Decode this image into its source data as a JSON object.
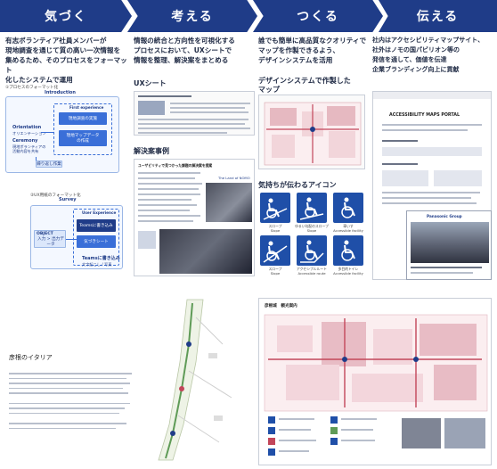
{
  "steps": [
    {
      "label": "気づく"
    },
    {
      "label": "考える"
    },
    {
      "label": "つくる"
    },
    {
      "label": "伝える"
    }
  ],
  "descriptions": {
    "kizuku": [
      "有志ボランティア社員メンバーが",
      "現地調査を通じて質の高い一次情報を",
      "集めるため、そのプロセスをフォーマット",
      "化したシステムで運用"
    ],
    "kangaeru": [
      "情報の統合と方向性を可視化する",
      "プロセスにおいて、UXシートで",
      "情報を整理、解決案をまとめる"
    ],
    "tsukuru": [
      "誰でも簡単に高品質なクオリティで",
      "マップを作製できるよう、",
      "デザインシステムを活用"
    ],
    "tsutaeru": [
      "社内はアクセシビリティマップサイト、",
      "社外はノモの国パビリオン等の",
      "発信を通して、価値を伝達",
      "企業ブランディング向上に貢献"
    ]
  },
  "process": {
    "title": "①プロセスのフォーマット化",
    "heading": "Introduction",
    "orientation": "Orientation",
    "orientation_sub": "オリエンテーション",
    "ceremony": "Ceremony",
    "ceremony_sub": [
      "現地ボランティアの",
      "活動内容を共有"
    ],
    "first_experience": "First experience",
    "box1": "現地調査の実施",
    "box2": [
      "現地マップデータ",
      "の作成"
    ],
    "loop": "繰り返し作業"
  },
  "survey": {
    "title": "②UX用紙のフォーマット化",
    "heading": "Survey",
    "user_experience": "User Experience",
    "object": "OBJECT",
    "object_sub": "入力 > 出力データ",
    "teams_box": "Teamsに書き込み",
    "teams_label": "Teamsに書き込み",
    "teams_sub": "文字起こし / 写真",
    "right_box": "気づきシート"
  },
  "sections": {
    "ux_sheet": "UXシート",
    "solution": "解決案事例",
    "design_map": [
      "デザインシステムで作製した",
      "マップ"
    ],
    "icons_title": "気持ちが伝わるアイコン"
  },
  "solution_doc": {
    "header": "ユーザビリティで見つかった課題の解決案を提案",
    "logo": "The Land of NOMO"
  },
  "icons": [
    {
      "name": "slope-icon",
      "label": [
        "スロープ",
        "Slope"
      ]
    },
    {
      "name": "gentle-slope-icon",
      "label": [
        "ゆるい勾配のスロープ",
        "Slope"
      ]
    },
    {
      "name": "wheelchair-icon",
      "label": [
        "車いす",
        "Accessible facility"
      ]
    },
    {
      "name": "steep-slope-icon",
      "label": [
        "スロープ",
        "Slope"
      ]
    },
    {
      "name": "accessible-route-icon",
      "label": [
        "アクセシブルルート",
        "Accessible route"
      ]
    },
    {
      "name": "accessible-facility-icon",
      "label": [
        "多目的トイレ",
        "Accessible facility"
      ]
    }
  ],
  "portal": {
    "title": "ACCESSIBILITY MAPS PORTAL",
    "brand": "Panasonic Group"
  },
  "bottom": {
    "map_title": "彦根のイタリア",
    "map_right_label": "彦根城　観光案内"
  },
  "colors": {
    "brand": "#1f3c88",
    "accent": "#3a6fd8",
    "route": "#c2465a"
  }
}
